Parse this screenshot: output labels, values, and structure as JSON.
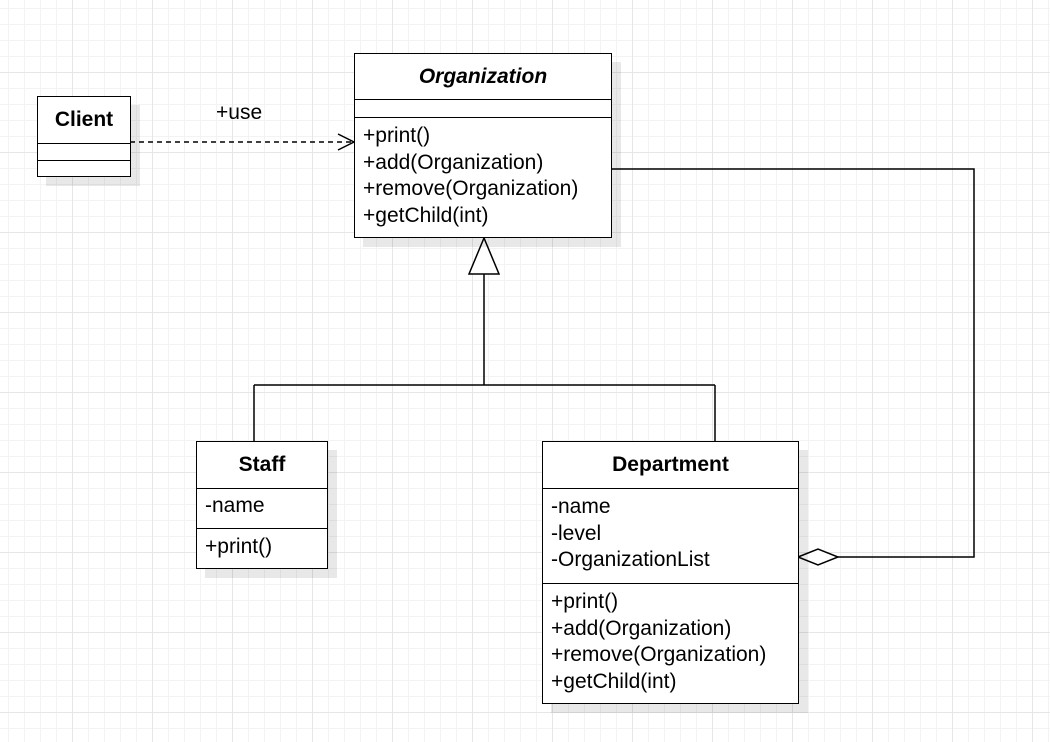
{
  "diagram": {
    "classes": {
      "client": {
        "name": "Client",
        "attributes": [],
        "operations": []
      },
      "organization": {
        "name": "Organization",
        "abstract": true,
        "attributes": [],
        "operations": [
          "+print()",
          "+add(Organization)",
          "+remove(Organization)",
          "+getChild(int)"
        ]
      },
      "staff": {
        "name": "Staff",
        "attributes": [
          "-name"
        ],
        "operations": [
          "+print()"
        ]
      },
      "department": {
        "name": "Department",
        "attributes": [
          "-name",
          "-level",
          "-OrganizationList"
        ],
        "operations": [
          "+print()",
          "+add(Organization)",
          "+remove(Organization)",
          "+getChild(int)"
        ]
      }
    },
    "relationships": [
      {
        "id": "client-uses-organization",
        "type": "dependency",
        "from": "Client",
        "to": "Organization",
        "label": "+use"
      },
      {
        "id": "staff-extends-organization",
        "type": "generalization",
        "from": "Staff",
        "to": "Organization"
      },
      {
        "id": "department-extends-organization",
        "type": "generalization",
        "from": "Department",
        "to": "Organization"
      },
      {
        "id": "department-aggregates-organization",
        "type": "aggregation",
        "from": "Department",
        "to": "Organization"
      }
    ],
    "colors": {
      "line": "#000000",
      "box_fill": "#ffffff"
    }
  }
}
